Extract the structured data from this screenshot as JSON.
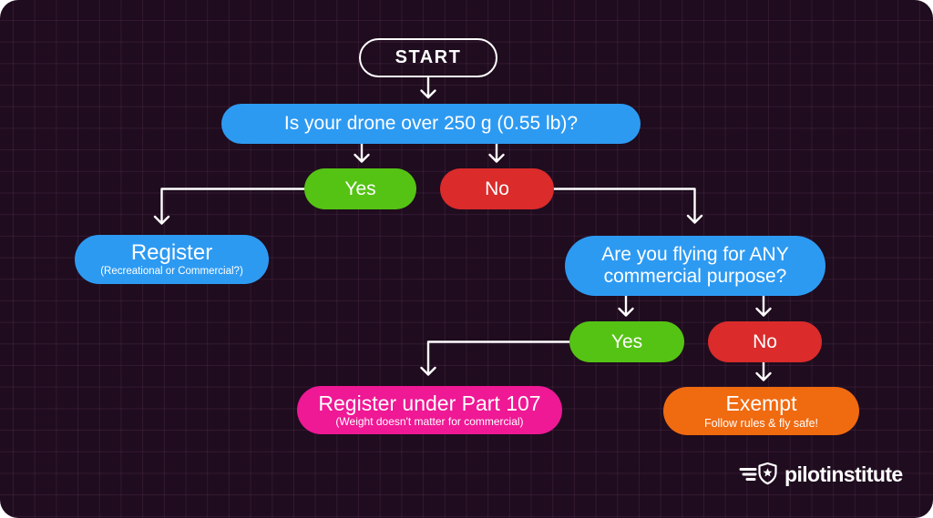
{
  "canvas": {
    "background_color": "#1F0C1E",
    "grid_color": "#5A3458",
    "connector_color": "#FFFFFF"
  },
  "nodes": {
    "start": {
      "label": "START"
    },
    "question1": {
      "label": "Is your drone over 250 g (0.55 lb)?",
      "color": "#2D9AF2"
    },
    "yes1": {
      "label": "Yes",
      "color": "#55C314"
    },
    "no1": {
      "label": "No",
      "color": "#DB2B2B"
    },
    "register": {
      "title": "Register",
      "subtitle": "(Recreational or Commercial?)",
      "color": "#2D9AF2"
    },
    "question2": {
      "label_line1": "Are you flying for ANY",
      "label_line2": "commercial purpose?",
      "color": "#2D9AF2"
    },
    "yes2": {
      "label": "Yes",
      "color": "#55C314"
    },
    "no2": {
      "label": "No",
      "color": "#DB2B2B"
    },
    "part107": {
      "title": "Register under Part 107",
      "subtitle": "(Weight doesn't matter for commercial)",
      "color": "#EF1895"
    },
    "exempt": {
      "title": "Exempt",
      "subtitle": "Follow rules & fly safe!",
      "color": "#F06A10"
    }
  },
  "branding": {
    "logo_text": "pilotinstitute",
    "logo_icon": "winged-shield-star-icon"
  }
}
